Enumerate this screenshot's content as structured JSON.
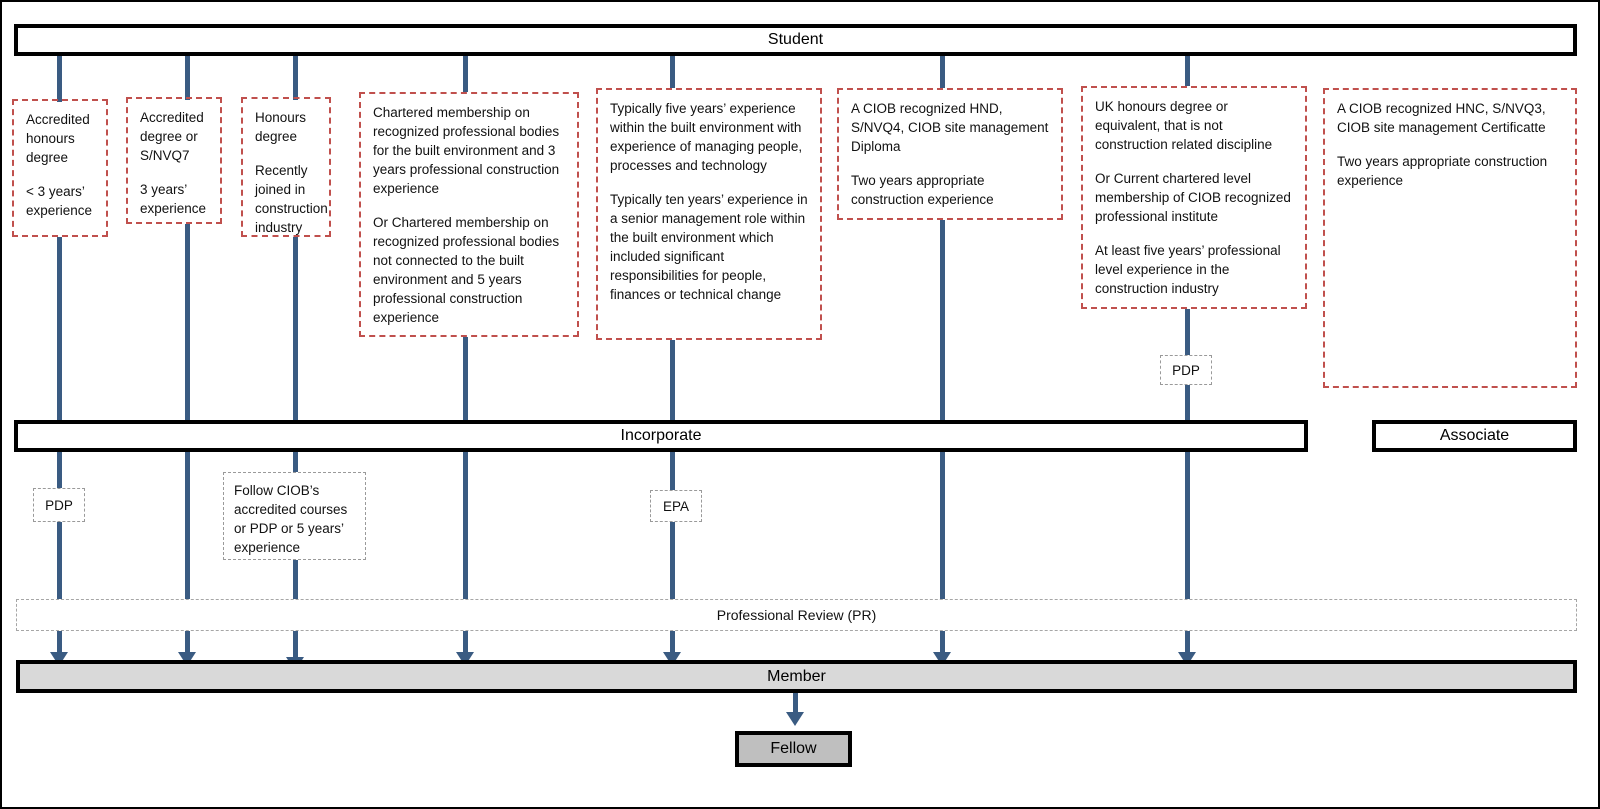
{
  "diagram": {
    "title_bar": {
      "label": "Student"
    },
    "incorporate_bar": {
      "label": "Incorporate"
    },
    "associate_bar": {
      "label": "Associate"
    },
    "member_bar": {
      "label": "Member"
    },
    "fellow_box": {
      "label": "Fellow"
    },
    "professional_review": {
      "label": "Professional Review (PR)"
    },
    "colors": {
      "connector": "#3a5b82",
      "requirement_border": "#c0504d",
      "note_border": "#9a9a9a",
      "member_fill": "#d9d9d9",
      "fellow_fill": "#bfbfbf",
      "frame": "#000000"
    },
    "requirement_boxes": [
      {
        "id": "accredited-honours-degree",
        "paragraphs": [
          "Accredited honours degree",
          "< 3 years’ experience"
        ]
      },
      {
        "id": "accredited-degree-snvq7",
        "paragraphs": [
          "Accredited degree or S/NVQ7",
          "3 years’ experience"
        ]
      },
      {
        "id": "honours-degree-recently-joined",
        "paragraphs": [
          "Honours degree",
          "Recently joined in construction industry"
        ]
      },
      {
        "id": "chartered-membership",
        "paragraphs": [
          "Chartered membership on recognized professional bodies for the built environment and 3 years professional construction experience",
          "Or Chartered membership on recognized professional bodies not connected to the built environment and 5 years professional construction experience"
        ]
      },
      {
        "id": "experience-five-ten-years",
        "paragraphs": [
          "Typically five years’ experience within the built environment with experience of managing people, processes and technology",
          "Typically ten years’ experience in a senior management role within the built environment which included significant responsibilities for people, finances or technical change"
        ]
      },
      {
        "id": "ciob-hnd-snvq4",
        "paragraphs": [
          "A CIOB recognized HND, S/NVQ4, CIOB site management Diploma",
          "Two years appropriate construction experience"
        ]
      },
      {
        "id": "uk-honours-non-construction",
        "paragraphs": [
          "UK honours degree or equivalent, that is not construction related discipline",
          "Or Current chartered level membership of CIOB recognized professional institute",
          "At least five years’ professional level experience in the construction industry"
        ]
      },
      {
        "id": "ciob-hnc-snvq3",
        "paragraphs": [
          "A CIOB recognized HNC, S/NVQ3, CIOB site management Certificatte",
          "Two years appropriate construction experience"
        ]
      }
    ],
    "note_boxes": [
      {
        "id": "pdp-upper-right",
        "label": "PDP"
      },
      {
        "id": "pdp-lower-left",
        "label": "PDP"
      },
      {
        "id": "epa",
        "label": "EPA"
      }
    ],
    "follow_courses_box": {
      "id": "follow-ciob-courses",
      "text": "Follow CIOB’s accredited courses or PDP or 5 years’ experience"
    }
  }
}
